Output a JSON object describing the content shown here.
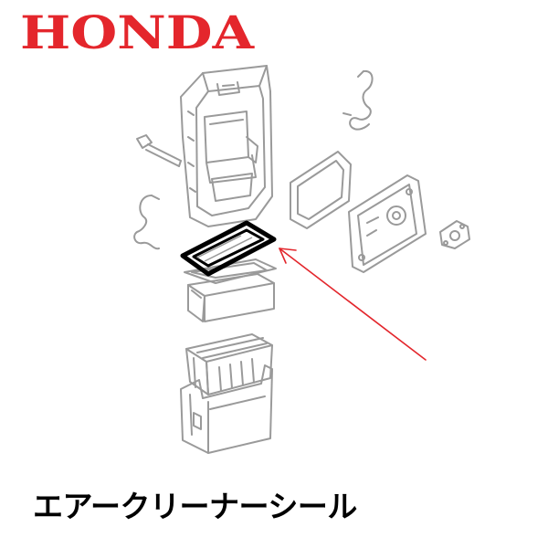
{
  "brand": {
    "name": "HONDA",
    "color": "#e4262c"
  },
  "diagram": {
    "highlighted_part": "air-cleaner-seal",
    "pointer_color": "#e3262c",
    "line_color": "#9a9a9a",
    "highlight_color": "#000000"
  },
  "caption": {
    "text": "エアークリーナーシール"
  }
}
